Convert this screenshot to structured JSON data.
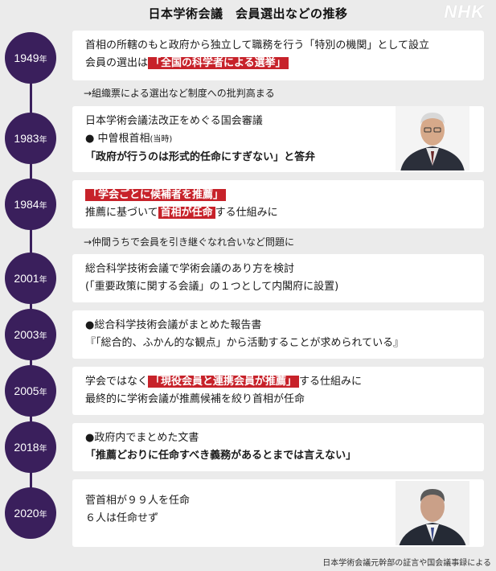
{
  "header": {
    "title": "日本学術会議　会員選出などの推移",
    "logo": "NHK"
  },
  "entries": [
    {
      "year": "1949",
      "suffix": "年",
      "line1": "首相の所轄のもと政府から独立して職務を行う「特別の機関」として設立",
      "line2_prefix": "会員の選出は",
      "line2_highlight": "「全国の科学者による選挙」"
    },
    {
      "year": "1983",
      "suffix": "年",
      "line1": "日本学術会議法改正をめぐる国会審議",
      "line2": "● 中曽根首相",
      "line2_small": "(当時)",
      "line3": "「政府が行うのは形式的任命にすぎない」と答弁"
    },
    {
      "year": "1984",
      "suffix": "年",
      "line1_highlight": "「学会ごとに候補者を推薦」",
      "line2_prefix": "推薦に基づいて",
      "line2_highlight": "首相が任命",
      "line2_suffix": "する仕組みに"
    },
    {
      "year": "2001",
      "suffix": "年",
      "line1": "総合科学技術会議で学術会議のあり方を検討",
      "line2": "(「重要政策に関する会議」の１つとして内閣府に設置)"
    },
    {
      "year": "2003",
      "suffix": "年",
      "line1": "●総合科学技術会議がまとめた報告書",
      "line2": "『「総合的、ふかん的な観点」から活動することが求められている』"
    },
    {
      "year": "2005",
      "suffix": "年",
      "line1_prefix": "学会ではなく",
      "line1_highlight": "「現役会員と連携会員が推薦」",
      "line1_suffix": "する仕組みに",
      "line2": "最終的に学術会議が推薦候補を絞り首相が任命"
    },
    {
      "year": "2018",
      "suffix": "年",
      "line1": "●政府内でまとめた文書",
      "line2": "「推薦どおりに任命すべき義務があるとまでは言えない」"
    },
    {
      "year": "2020",
      "suffix": "年",
      "line1": "菅首相が９９人を任命",
      "line2": "６人は任命せず"
    }
  ],
  "notes": {
    "after_1949": "→組織票による選出など制度への批判高まる",
    "after_1984": "→仲間うちで会員を引き継ぐなれ合いなど問題に"
  },
  "source": "日本学術会議元幹部の証言や国会議事録による"
}
